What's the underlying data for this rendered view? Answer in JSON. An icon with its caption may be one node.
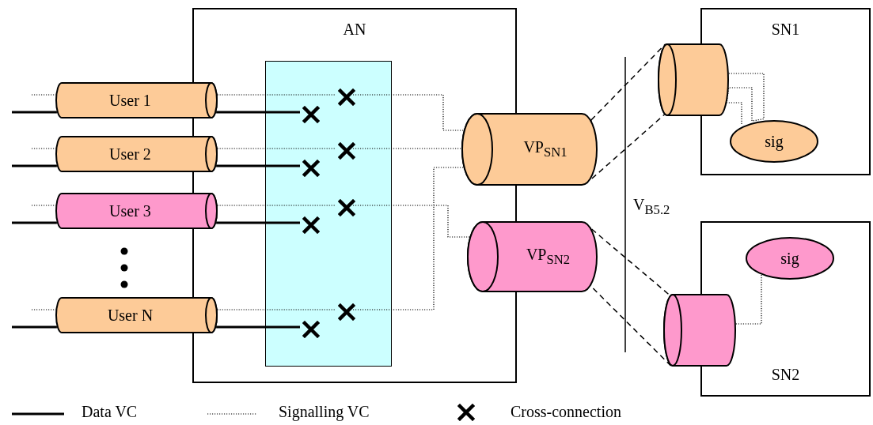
{
  "diagram": {
    "nodes": [
      {
        "text": [
          "AN"
        ]
      },
      {
        "text": [],
        "shape": "box",
        "in": 0
      },
      {
        "text": [
          "User 1"
        ]
      },
      {
        "text": [
          "User 2"
        ]
      },
      {
        "text": [
          "User 3"
        ]
      },
      {
        "text": [
          "User N"
        ]
      },
      {
        "text": [],
        "shape": "cross",
        "in": 1
      },
      {
        "text": [],
        "shape": "cross",
        "in": 1
      },
      {
        "text": [],
        "shape": "cross",
        "in": 1
      },
      {
        "text": [],
        "shape": "cross",
        "in": 1
      },
      {
        "text": [],
        "shape": "cross",
        "in": 1
      },
      {
        "text": [],
        "shape": "cross",
        "in": 1
      },
      {
        "text": [],
        "shape": "cross",
        "in": 1
      },
      {
        "text": [],
        "shape": "cross",
        "in": 1
      },
      {
        "text": [
          "VP$_{SN1}$"
        ]
      },
      {
        "text": [
          "VP$_{SN2}$"
        ]
      },
      {
        "text": [
          "SN1"
        ]
      },
      {
        "text": [],
        "shape": "cylinder"
      },
      {
        "text": [
          "sig"
        ],
        "in": 16
      },
      {
        "text": [
          "SN2"
        ]
      },
      {
        "text": [
          "sig"
        ],
        "in": 19
      },
      {
        "text": [],
        "shape": "cylinder"
      }
    ],
    "edges": [
      {
        "from": null,
        "to": 2,
        "arrow": "none",
        "style": "thick"
      },
      {
        "from": 2,
        "to": 7,
        "arrow": "none",
        "style": "thick"
      },
      {
        "from": null,
        "to": 3,
        "arrow": "none",
        "style": "thick"
      },
      {
        "from": 3,
        "to": 9,
        "arrow": "none",
        "style": "thick"
      },
      {
        "from": null,
        "to": 4,
        "arrow": "none",
        "style": "thick"
      },
      {
        "from": 4,
        "to": 11,
        "arrow": "none",
        "style": "thick"
      },
      {
        "from": null,
        "to": 5,
        "arrow": "none",
        "style": "thick"
      },
      {
        "from": 5,
        "to": 13,
        "arrow": "none",
        "style": "thick"
      },
      {
        "from": null,
        "to": 2,
        "arrow": "none",
        "style": "dashed"
      },
      {
        "from": 2,
        "to": 6,
        "arrow": "none",
        "style": "dashed"
      },
      {
        "from": 6,
        "to": 14,
        "arrow": "none",
        "style": "dashed"
      },
      {
        "from": null,
        "to": 3,
        "arrow": "none",
        "style": "dashed"
      },
      {
        "from": 3,
        "to": 8,
        "arrow": "none",
        "style": "dashed"
      },
      {
        "from": 8,
        "to": 14,
        "arrow": "none",
        "style": "dashed"
      },
      {
        "from": null,
        "to": 4,
        "arrow": "none",
        "style": "dashed"
      },
      {
        "from": 4,
        "to": 10,
        "arrow": "none",
        "style": "dashed"
      },
      {
        "from": 10,
        "to": 15,
        "arrow": "none",
        "style": "dashed"
      },
      {
        "from": null,
        "to": 5,
        "arrow": "none",
        "style": "dashed"
      },
      {
        "from": 5,
        "to": 12,
        "arrow": "none",
        "style": "dashed"
      },
      {
        "from": 12,
        "to": 14,
        "arrow": "none",
        "style": "dashed"
      },
      {
        "from": 14,
        "to": 17,
        "arrow": "none",
        "style": "dashed"
      },
      {
        "from": 15,
        "to": 21,
        "arrow": "none",
        "style": "dashed"
      },
      {
        "from": 17,
        "to": 18,
        "arrow": "none",
        "style": "dashed"
      },
      {
        "from": 21,
        "to": 20,
        "arrow": "none",
        "style": "dashed"
      }
    ],
    "labels": [
      "V$_{B5.2}$"
    ],
    "legend": [
      {
        "text": "Data VC"
      },
      {
        "text": "Signalling VC"
      },
      {
        "text": "Cross-connection"
      }
    ]
  }
}
